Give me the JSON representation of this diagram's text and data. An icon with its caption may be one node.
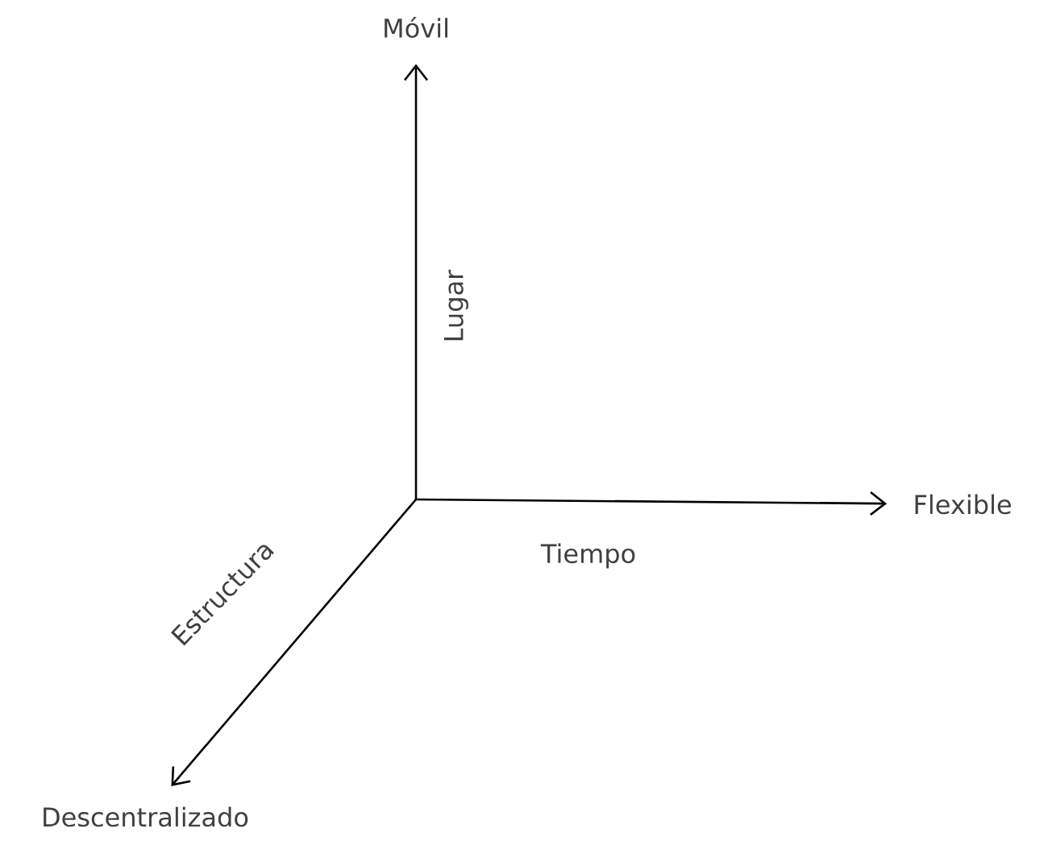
{
  "diagram": {
    "nodes": [
      {
        "text": [
          "Móvil"
        ]
      },
      {
        "text": [
          "Flexible"
        ]
      },
      {
        "text": [
          "Descentralizado"
        ]
      }
    ],
    "edges": [
      {
        "from": null,
        "to": 0,
        "arrow": "to",
        "label": "Lugar"
      },
      {
        "from": null,
        "to": 1,
        "arrow": "to",
        "label": "Tiempo"
      },
      {
        "from": null,
        "to": 2,
        "arrow": "to",
        "label": "Estructura"
      }
    ]
  }
}
